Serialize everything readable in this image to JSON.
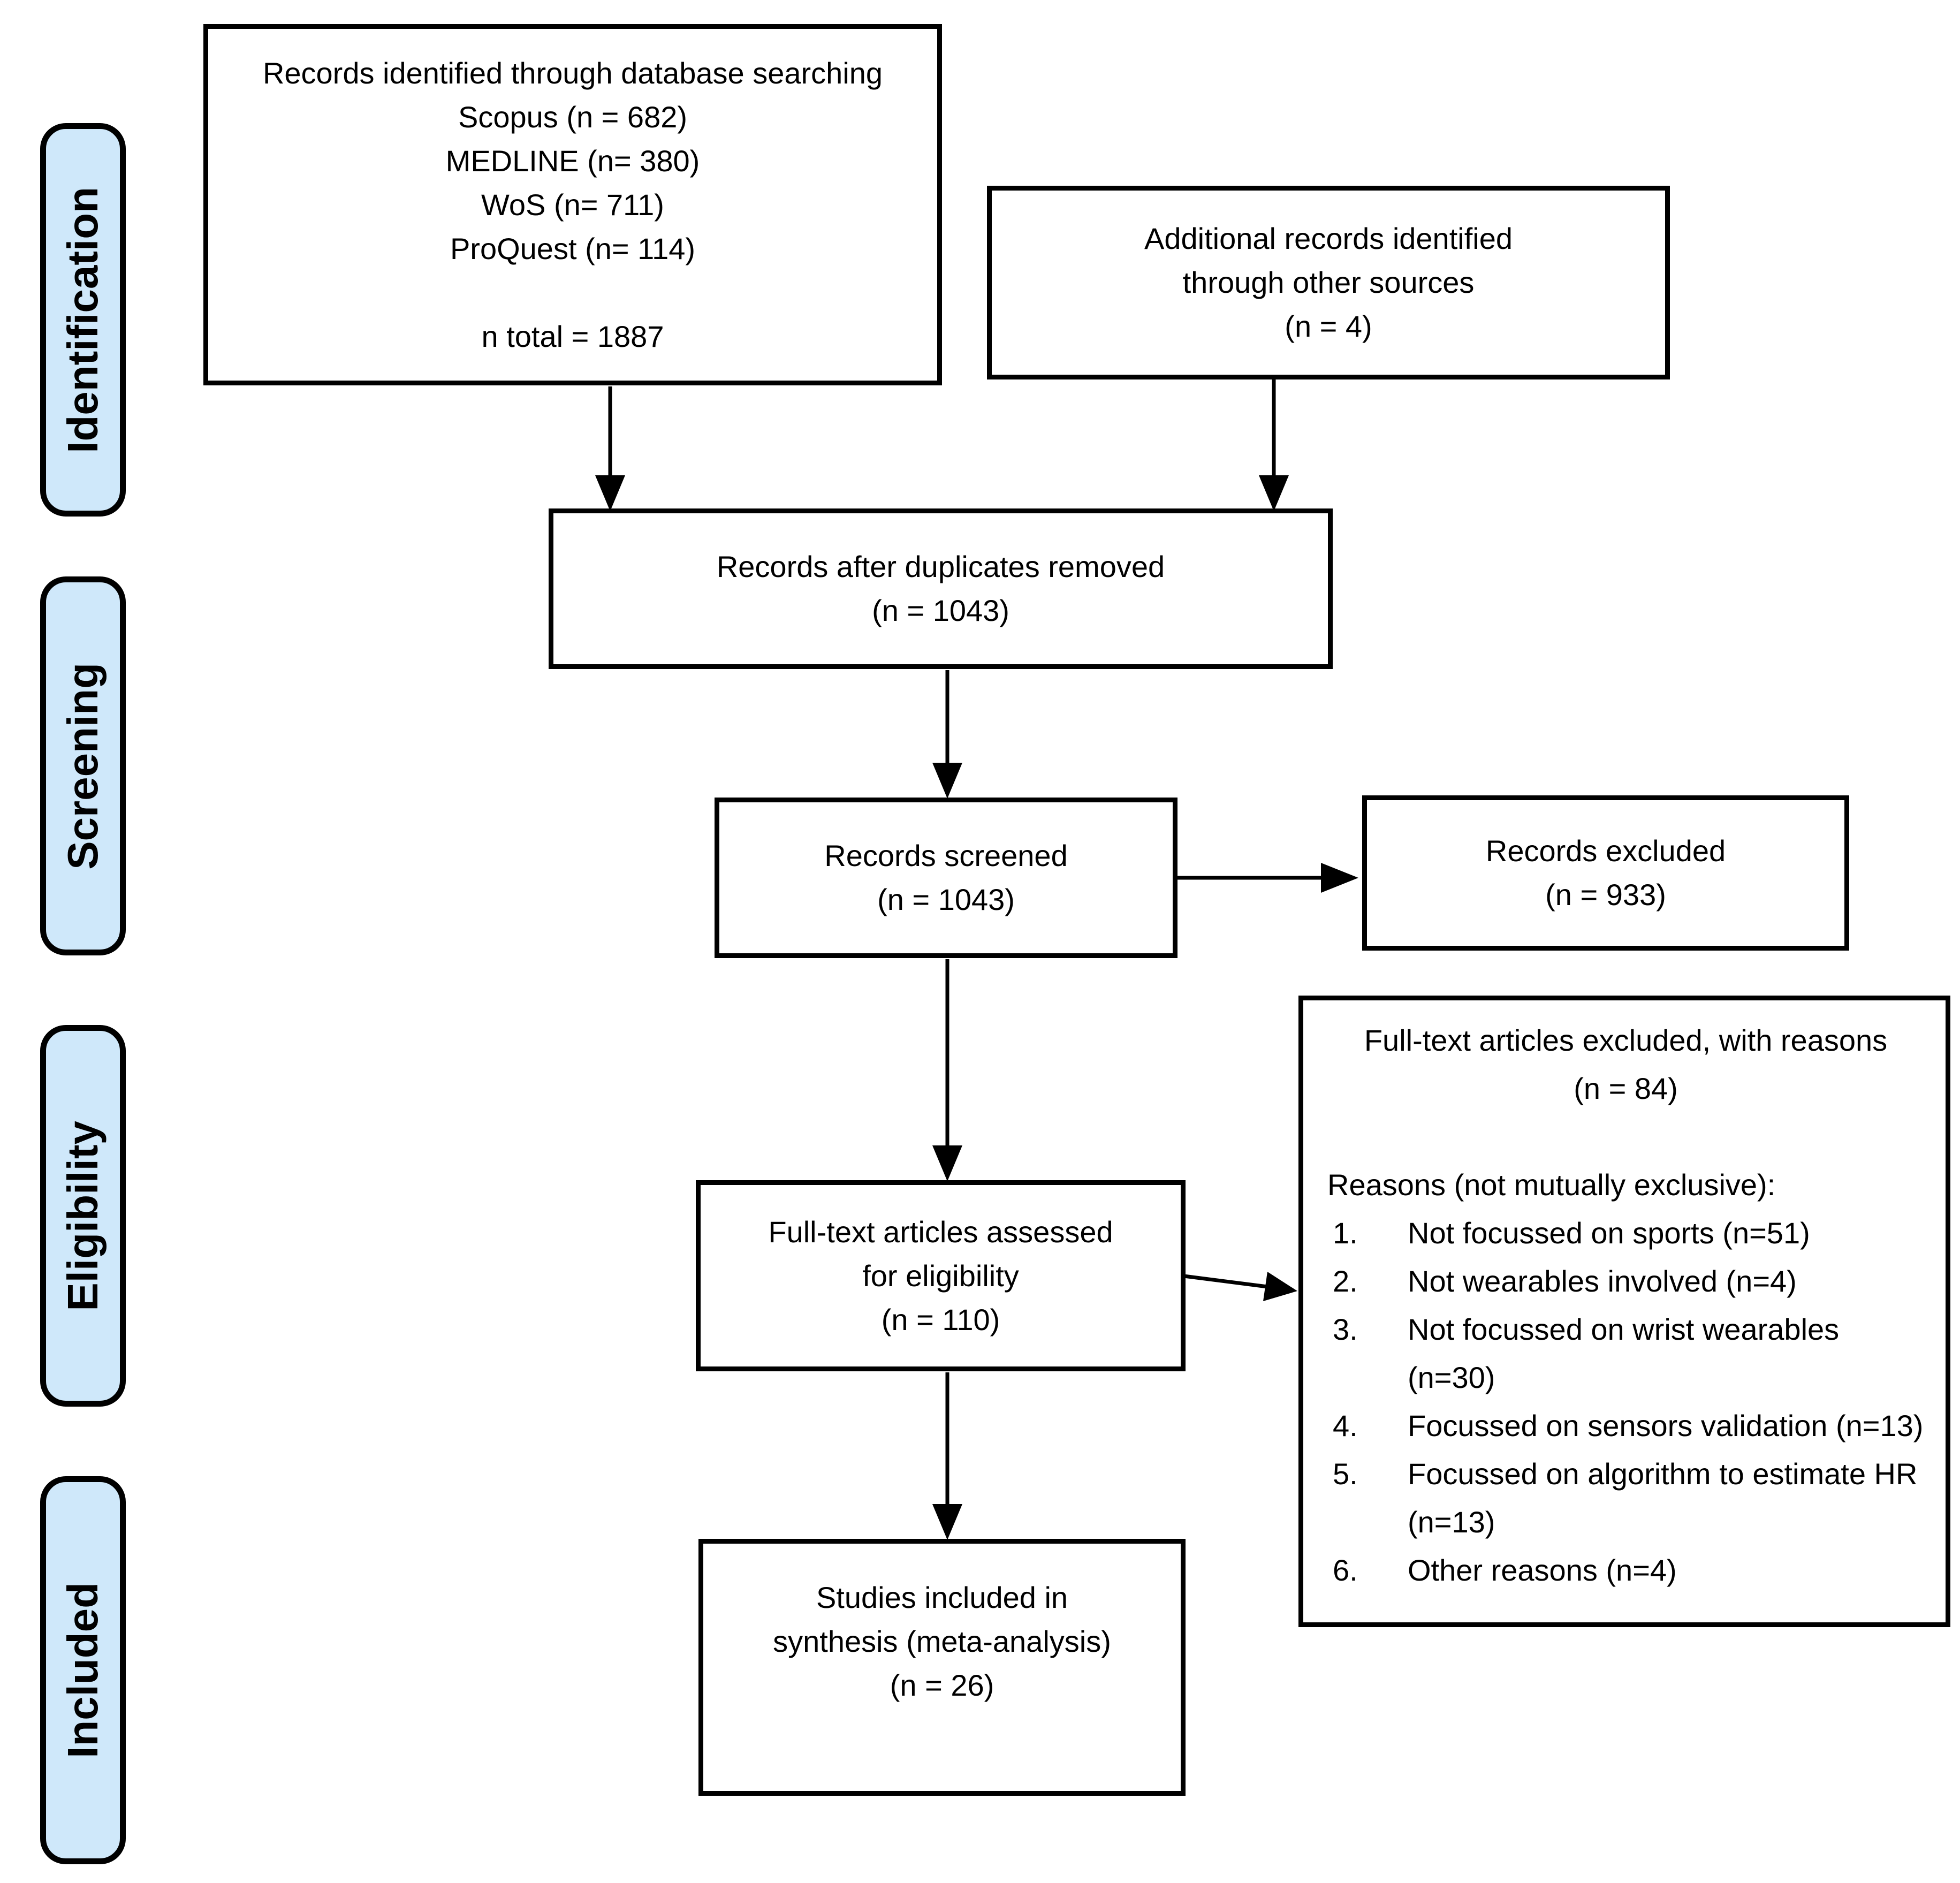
{
  "stages": [
    {
      "label": "Identification"
    },
    {
      "label": "Screening"
    },
    {
      "label": "Eligibility"
    },
    {
      "label": "Included"
    }
  ],
  "boxes": {
    "records_identified": {
      "lines": [
        "Records identified through database searching",
        "Scopus (n = 682)",
        "MEDLINE (n= 380)",
        "WoS (n= 711)",
        "ProQuest (n= 114)",
        "",
        "n total = 1887"
      ]
    },
    "additional_records": {
      "lines": [
        "Additional records identified",
        "through other sources",
        "(n = 4)"
      ]
    },
    "duplicates_removed": {
      "lines": [
        "Records after duplicates removed",
        "(n = 1043)"
      ]
    },
    "records_screened": {
      "lines": [
        "Records screened",
        "(n = 1043)"
      ]
    },
    "records_excluded": {
      "lines": [
        "Records excluded",
        "(n = 933)"
      ]
    },
    "fulltext_assessed": {
      "lines": [
        "Full-text articles assessed",
        "for eligibility",
        "(n = 110)"
      ]
    },
    "fulltext_excluded": {
      "title": "Full-text articles excluded, with reasons",
      "count": "(n = 84)",
      "reasons_header": "Reasons (not mutually exclusive):",
      "reasons": [
        "Not focussed on sports (n=51)",
        "Not wearables involved (n=4)",
        "Not focussed on wrist wearables (n=30)",
        "Focussed on sensors validation (n=13)",
        "Focussed on algorithm to estimate HR (n=13)",
        "Other reasons (n=4)"
      ]
    },
    "studies_included": {
      "lines": [
        "Studies included in",
        "synthesis (meta-analysis)",
        "(n = 26)"
      ]
    }
  },
  "colors": {
    "stage_fill": "#cfe8fa",
    "stage_border": "#000000",
    "box_border": "#000000",
    "text": "#000000",
    "background": "#ffffff"
  }
}
